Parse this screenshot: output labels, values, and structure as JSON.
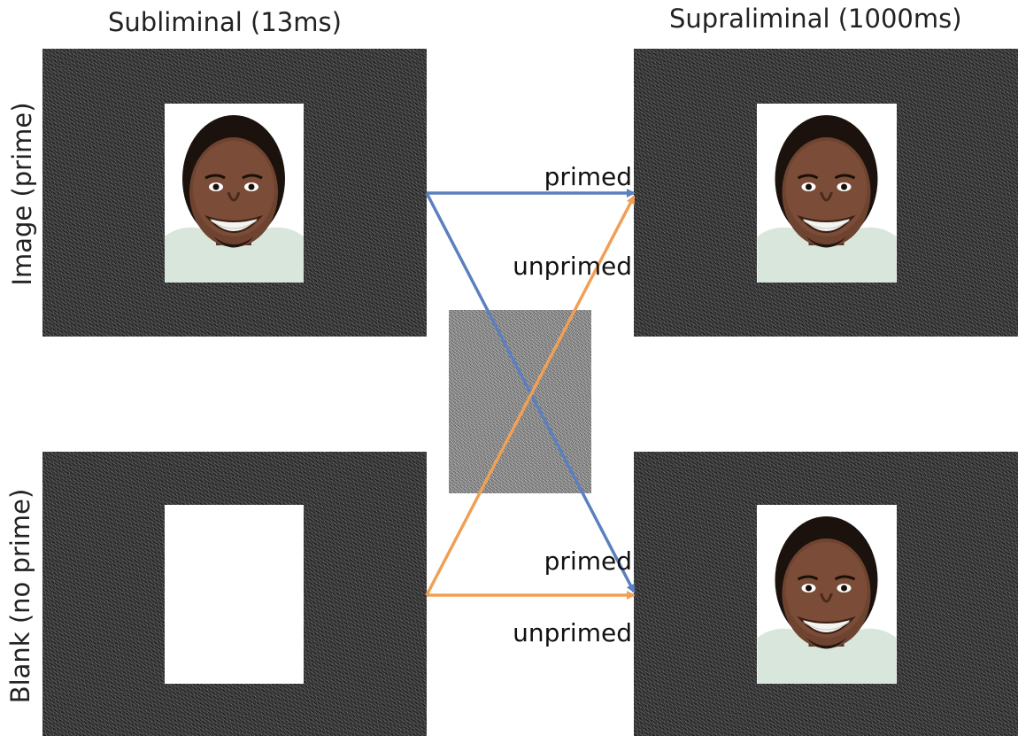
{
  "columns": {
    "left_title": "Subliminal (13ms)",
    "right_title": "Supraliminal (1000ms)"
  },
  "rows": {
    "top_label": "Image (prime)",
    "bottom_label": "Blank (no prime)"
  },
  "arrows": {
    "top_primed": "primed",
    "top_unprimed": "unprimed",
    "bottom_primed": "primed",
    "bottom_unprimed": "unprimed"
  },
  "colors": {
    "primed_arrow": "#5b7fbf",
    "unprimed_arrow": "#f0a055"
  },
  "icons": {
    "face": "smiling-face-photo"
  }
}
